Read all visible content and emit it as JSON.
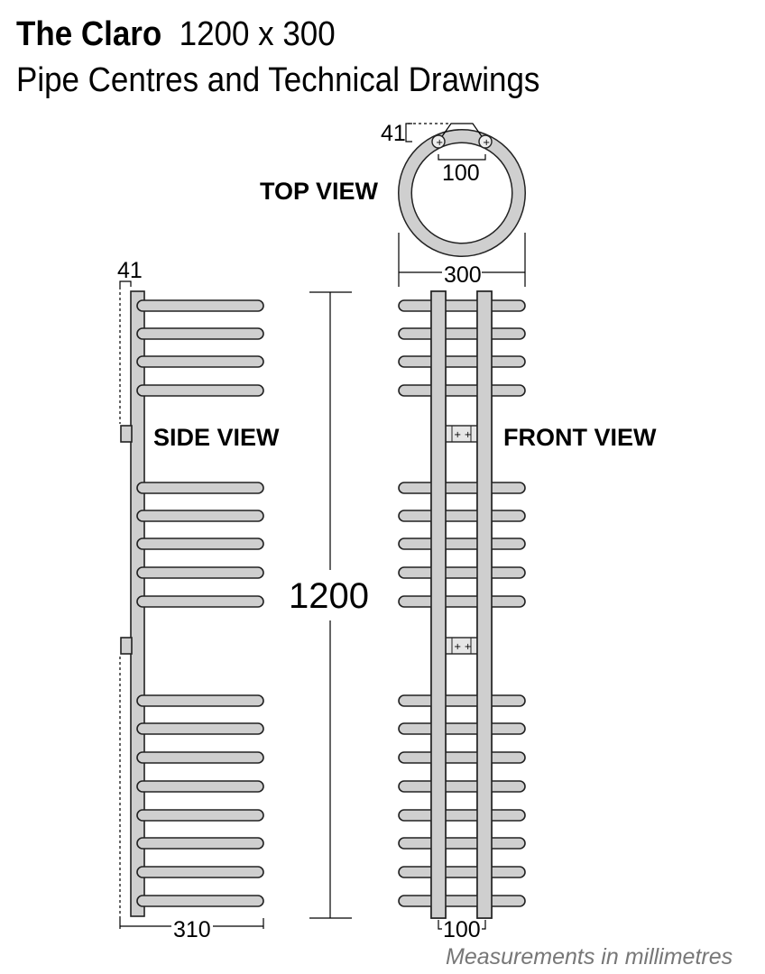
{
  "header": {
    "product_name": "The Claro",
    "size": "1200 x 300",
    "subtitle": "Pipe Centres and Technical Drawings"
  },
  "views": {
    "top": "TOP VIEW",
    "side": "SIDE VIEW",
    "front": "FRONT VIEW"
  },
  "dimensions": {
    "top_wall_offset": "41",
    "top_pipe_centres": "100",
    "top_width": "300",
    "side_wall_offset": "41",
    "height": "1200",
    "side_depth": "310",
    "front_pipe_centres": "100"
  },
  "footer": {
    "note": "Measurements in millimetres"
  },
  "colors": {
    "rail_fill": "#cfcfcf",
    "outline": "#222222",
    "note_text": "#777777"
  }
}
